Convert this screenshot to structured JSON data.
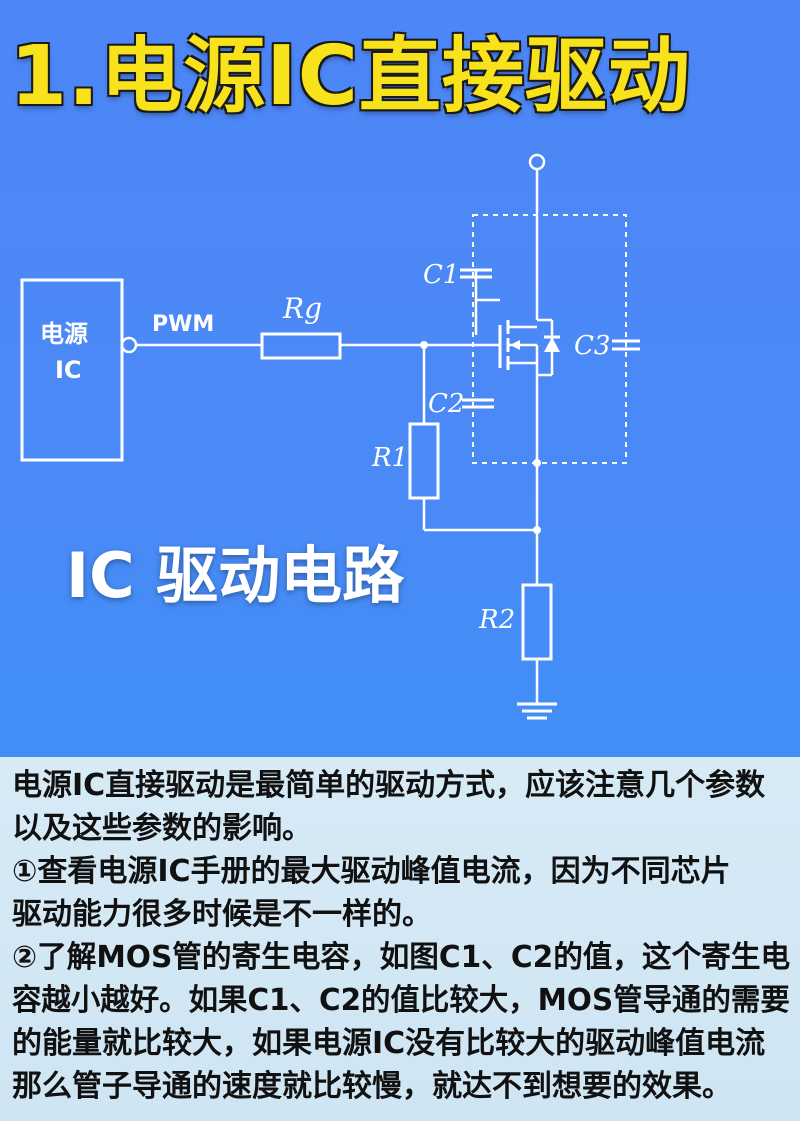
{
  "title": "1.电源IC直接驱动",
  "subtitle": "IC 驱动电路",
  "circuit": {
    "ic_label_line1": "电源",
    "ic_label_line2": "IC",
    "pwm_label": "PWM",
    "rg_label": "Rg",
    "c1_label": "C1",
    "c2_label": "C2",
    "c3_label": "C3",
    "r1_label": "R1",
    "r2_label": "R2"
  },
  "description_lines": [
    "电源IC直接驱动是最简单的驱动方式，应该注意几个参数",
    "以及这些参数的影响。",
    "①查看电源IC手册的最大驱动峰值电流，因为不同芯片",
    "驱动能力很多时候是不一样的。",
    "②了解MOS管的寄生电容，如图C1、C2的值，这个寄生电",
    "容越小越好。如果C1、C2的值比较大，MOS管导通的需要",
    "的能量就比较大，如果电源IC没有比较大的驱动峰值电流",
    "那么管子导通的速度就比较慢，就达不到想要的效果。"
  ],
  "colors": {
    "background": "#4a8af7",
    "title_fill": "#f7e21c",
    "wire": "#ffffff",
    "description_bg": "#d7eaf6"
  }
}
